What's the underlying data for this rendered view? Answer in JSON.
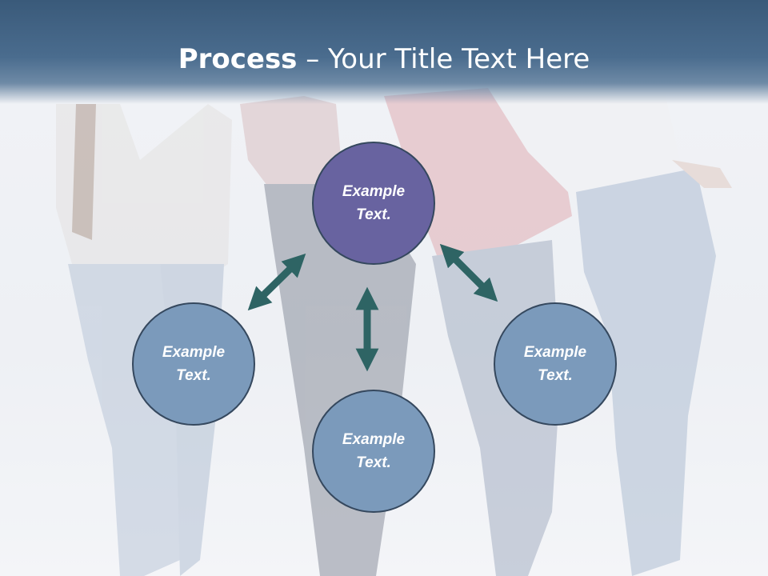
{
  "slide": {
    "title_bold": "Process",
    "title_rest": " – Your Title Text Here"
  },
  "diagram": {
    "nodes": [
      {
        "id": "top",
        "label": "Example Text."
      },
      {
        "id": "left",
        "label": "Example Text."
      },
      {
        "id": "bottom",
        "label": "Example Text."
      },
      {
        "id": "right",
        "label": "Example Text."
      }
    ],
    "colors": {
      "center_fill": "#6863a0",
      "side_fill": "#7b9abb",
      "outline": "#35485e",
      "arrow": "#2e6464",
      "title_band": "#3a5a7a"
    }
  }
}
